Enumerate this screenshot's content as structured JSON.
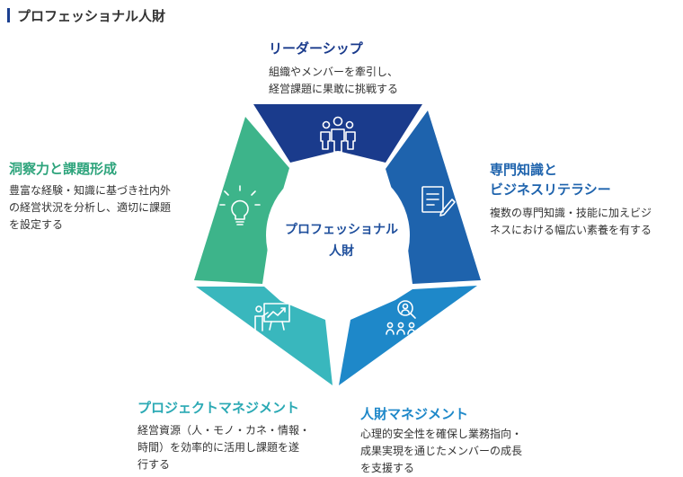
{
  "header": {
    "title": "プロフェッショナル人財"
  },
  "center": {
    "label": "プロフェッショナル\n人財"
  },
  "colors": {
    "header_bar": "#1b3f8f",
    "center_text": "#1f4f9c",
    "leadership": "#1a3b8c",
    "expertise": "#1e63ad",
    "hr_management": "#1e88c9",
    "project_management": "#39b7bd",
    "insight": "#3db48a"
  },
  "segments": [
    {
      "id": "leadership",
      "icon": "team-group-icon",
      "title": "リーダーシップ",
      "title_color": "#1a3b8c",
      "description": "組織やメンバーを牽引し、\n経営課題に果敢に挑戦する"
    },
    {
      "id": "expertise",
      "icon": "document-pen-icon",
      "title": "専門知識と\nビジネスリテラシー",
      "title_color": "#1e63ad",
      "description": "複数の専門知識・技能に加えビジ\nネスにおける幅広い素養を有する"
    },
    {
      "id": "hr_management",
      "icon": "search-people-icon",
      "title": "人財マネジメント",
      "title_color": "#1e88c9",
      "description": "心理的安全性を確保し業務指向・\n成果実現を通じたメンバーの成長\nを支援する"
    },
    {
      "id": "project_management",
      "icon": "presentation-chart-icon",
      "title": "プロジェクトマネジメント",
      "title_color": "#2aa9b4",
      "description": "経営資源（人・モノ・カネ・情報・\n時間）を効率的に活用し課題を遂\n行する"
    },
    {
      "id": "insight",
      "icon": "lightbulb-icon",
      "title": "洞察力と課題形成",
      "title_color": "#2ea47c",
      "description": "豊富な経験・知識に基づき社内外\nの経営状況を分析し、適切に課題\nを設定する"
    }
  ]
}
